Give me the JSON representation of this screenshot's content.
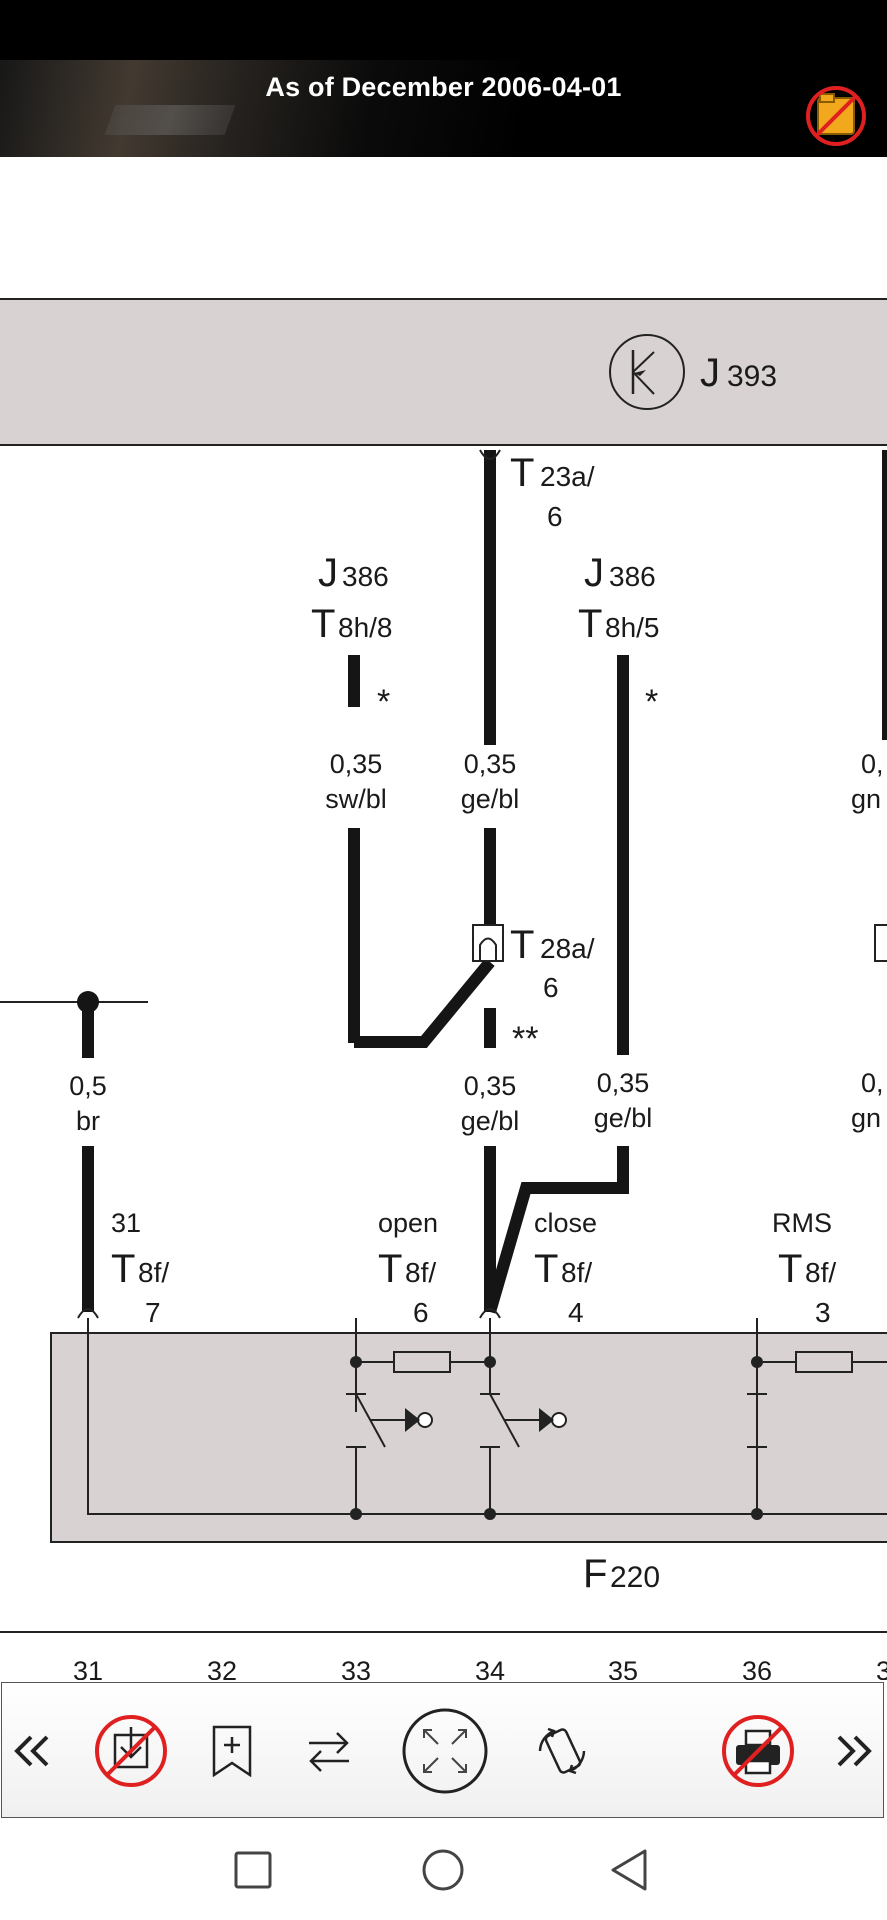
{
  "header": {
    "title": "As of December 2006-04-01",
    "folder_icon": "folder-disabled-icon"
  },
  "diagram": {
    "component_j393": "J",
    "component_j393_num": "393",
    "conn_t23a": "T",
    "conn_t23a_sub": "23a/",
    "conn_t23a_pin": "6",
    "j386_left": "J",
    "j386_left_num": "386",
    "t8h_left": "T",
    "t8h_left_sub": "8h/8",
    "j386_right": "J",
    "j386_right_num": "386",
    "t8h_right": "T",
    "t8h_right_sub": "8h/5",
    "star_left": "*",
    "star_right": "*",
    "star_double": "**",
    "w1_size": "0,35",
    "w1_color": "sw/bl",
    "w2_size": "0,35",
    "w2_color": "ge/bl",
    "w3_size": "0,",
    "w3_color": "gn",
    "t28a": "T",
    "t28a_sub": "28a/",
    "t28a_pin": "6",
    "w4_size": "0,5",
    "w4_color": "br",
    "w5_size": "0,35",
    "w5_color": "ge/bl",
    "w6_size": "0,35",
    "w6_color": "ge/bl",
    "w7_size": "0,",
    "w7_color": "gn",
    "pin31_label": "31",
    "pin31_conn": "T",
    "pin31_sub": "8f/",
    "pin31_num": "7",
    "open_label": "open",
    "open_conn": "T",
    "open_sub": "8f/",
    "open_num": "6",
    "close_label": "close",
    "close_conn": "T",
    "close_sub": "8f/",
    "close_num": "4",
    "rms_label": "RMS",
    "rms_conn": "T",
    "rms_sub": "8f/",
    "rms_num": "3",
    "f220": "F",
    "f220_num": "220",
    "ruler": [
      "31",
      "32",
      "33",
      "34",
      "35",
      "36",
      "3"
    ]
  },
  "toolbar": {
    "prev_icon": "double-chevron-left-icon",
    "download_icon": "download-disabled-icon",
    "bookmark_icon": "bookmark-add-icon",
    "swap_icon": "swap-arrows-icon",
    "fullscreen_icon": "fullscreen-icon",
    "rotate_icon": "rotate-screen-icon",
    "print_icon": "print-disabled-icon",
    "next_icon": "double-chevron-right-icon"
  },
  "nav": {
    "recents_icon": "square-recents-icon",
    "home_icon": "circle-home-icon",
    "back_icon": "triangle-back-icon"
  },
  "colors": {
    "panel": "#d9d2d2",
    "wire": "#151515",
    "disabled": "#e02020",
    "folder": "#f2a81c"
  }
}
